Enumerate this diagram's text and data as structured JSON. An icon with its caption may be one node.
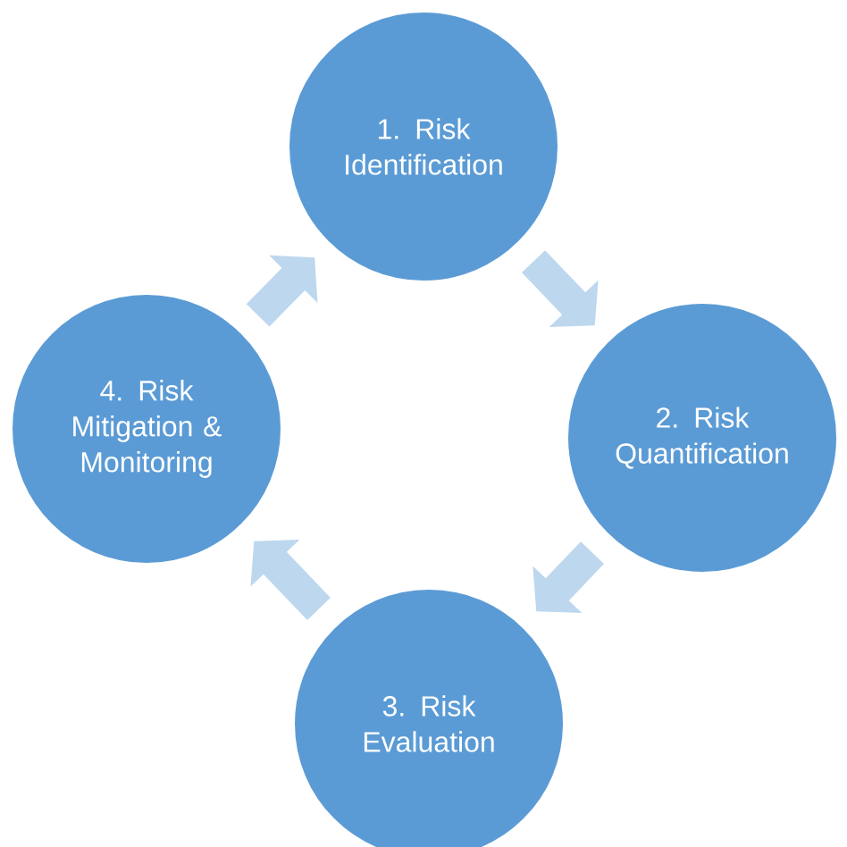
{
  "diagram": {
    "nodes": [
      {
        "text": [
          "1. Risk Identification"
        ]
      },
      {
        "text": [
          "2. Risk Quantification"
        ]
      },
      {
        "text": [
          "3. Risk Evaluation"
        ]
      },
      {
        "text": [
          "4. Risk Mitigation & Monitoring"
        ]
      }
    ],
    "edges": [
      {
        "from": 0,
        "to": 1,
        "arrow": "to"
      },
      {
        "from": 1,
        "to": 2,
        "arrow": "to"
      },
      {
        "from": 2,
        "to": 3,
        "arrow": "to"
      },
      {
        "from": 3,
        "to": 0,
        "arrow": "to"
      }
    ]
  }
}
